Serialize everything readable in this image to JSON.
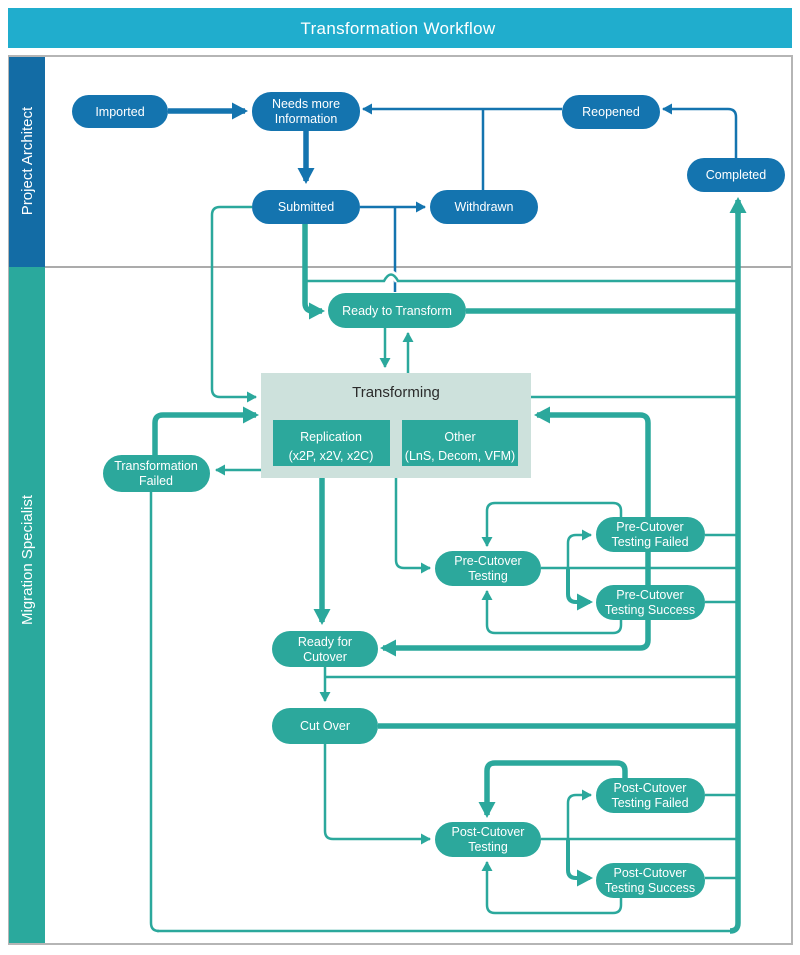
{
  "header": {
    "title": "Transformation Workflow"
  },
  "lanes": {
    "project_architect": {
      "label": "Project Architect"
    },
    "migration_specialist": {
      "label": "Migration Specialist"
    }
  },
  "nodes": {
    "imported": {
      "label": "Imported"
    },
    "needs_more_info": {
      "line1": "Needs more",
      "line2": "Information"
    },
    "reopened": {
      "label": "Reopened"
    },
    "completed": {
      "label": "Completed"
    },
    "submitted": {
      "label": "Submitted"
    },
    "withdrawn": {
      "label": "Withdrawn"
    },
    "ready_to_transform": {
      "label": "Ready to Transform"
    },
    "transforming": {
      "title": "Transforming",
      "replication": {
        "line1": "Replication",
        "line2": "(x2P, x2V, x2C)"
      },
      "other": {
        "line1": "Other",
        "line2": "(LnS, Decom, VFM)"
      }
    },
    "transformation_failed": {
      "line1": "Transformation",
      "line2": "Failed"
    },
    "pre_cutover_testing": {
      "line1": "Pre-Cutover",
      "line2": "Testing"
    },
    "pre_cutover_testing_failed": {
      "line1": "Pre-Cutover",
      "line2": "Testing Failed"
    },
    "pre_cutover_testing_success": {
      "line1": "Pre-Cutover",
      "line2": "Testing Success"
    },
    "ready_for_cutover": {
      "line1": "Ready for",
      "line2": "Cutover"
    },
    "cut_over": {
      "label": "Cut Over"
    },
    "post_cutover_testing": {
      "line1": "Post-Cutover",
      "line2": "Testing"
    },
    "post_cutover_testing_failed": {
      "line1": "Post-Cutover",
      "line2": "Testing Failed"
    },
    "post_cutover_testing_success": {
      "line1": "Post-Cutover",
      "line2": "Testing Success"
    }
  },
  "colors": {
    "header_bg": "#20ADCD",
    "lane_blue": "#136CA5",
    "lane_teal": "#2AA99D",
    "node_blue": "#1474AF",
    "node_teal": "#2CA89C",
    "line_teal": "#2BA89C",
    "line_blue": "#1474AF",
    "transforming_bg": "#CDE1DC",
    "border_gray": "#B5B5B5"
  }
}
